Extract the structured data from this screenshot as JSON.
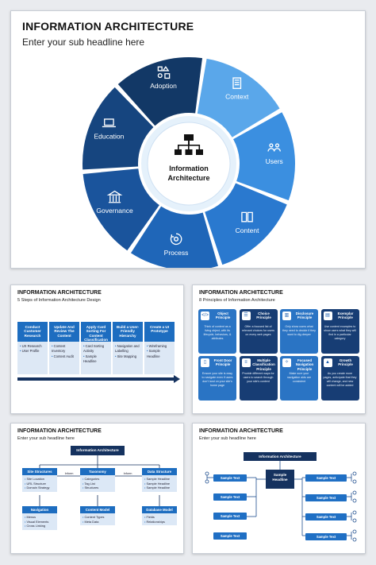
{
  "main": {
    "title": "INFORMATION ARCHITECTURE",
    "subtitle": "Enter your sub headline here",
    "center": [
      "Information",
      "Architecture"
    ],
    "segments": [
      {
        "label": "Context",
        "icon": "document-icon",
        "color": "#5aa7ea"
      },
      {
        "label": "Users",
        "icon": "users-icon",
        "color": "#3b8fe0"
      },
      {
        "label": "Content",
        "icon": "book-icon",
        "color": "#2a79cf"
      },
      {
        "label": "Process",
        "icon": "gear-cycle-icon",
        "color": "#1f66b8"
      },
      {
        "label": "Governance",
        "icon": "bank-icon",
        "color": "#1a549c"
      },
      {
        "label": "Education",
        "icon": "laptop-icon",
        "color": "#16457f"
      },
      {
        "label": "Adoption",
        "icon": "shapes-icon",
        "color": "#123866"
      }
    ]
  },
  "steps_slide": {
    "title": "INFORMATION ARCHITECTURE",
    "subtitle": "5 Steps of Information Architecture Design",
    "steps": [
      {
        "head": "Conduct Customer Research",
        "items": [
          "UX Research",
          "User Profile"
        ]
      },
      {
        "head": "Update And Review The Content",
        "items": [
          "Content Inventory",
          "Content Audit"
        ]
      },
      {
        "head": "Apply Card Sorting For Content Classification",
        "items": [
          "Card Sorting Activity",
          "Sample Headline"
        ]
      },
      {
        "head": "Build a User-Friendly Hierarchy",
        "items": [
          "Navigation and Labelling",
          "Site Mapping"
        ]
      },
      {
        "head": "Create a UI Prototype",
        "items": [
          "Wireframing",
          "Sample Headline"
        ]
      }
    ]
  },
  "principles_slide": {
    "title": "INFORMATION ARCHITECTURE",
    "subtitle": "8 Principles of Information Architecture",
    "cards": [
      {
        "title": "Object Principle",
        "text": "Think of content as a living object, with its lifecycle, behaviors, & attributes",
        "icon": "code-icon"
      },
      {
        "title": "Choice Principle",
        "text": "Offer a focused list of relevant choices for users on every web pages",
        "icon": "checklist-icon"
      },
      {
        "title": "Disclosure Principle",
        "text": "Only show users what they need to decide if they want to dig deeper",
        "icon": "book-icon"
      },
      {
        "title": "Exemplar Principle",
        "text": "Use content examples to show users what they will find in a particular category",
        "icon": "clipboard-icon"
      },
      {
        "title": "Front Door Principle",
        "text": "Ensure your site is easy to navigate even if users don't land on your site's home page",
        "icon": "door-icon"
      },
      {
        "title": "Multiple Classification Principle",
        "text": "Provide different ways for users to search through your site's content",
        "icon": "layers-icon"
      },
      {
        "title": "Focused Navigation Principle",
        "text": "Make sure your navigation aids are consistent",
        "icon": "compass-icon"
      },
      {
        "title": "Growth Principle",
        "text": "As you create more pages, anticipate that they will change, and new content will be added",
        "icon": "chart-icon"
      }
    ]
  },
  "tree_slide": {
    "title": "INFORMATION ARCHITECTURE",
    "subtitle": "Enter your sub headline here",
    "root": "Information Architecture",
    "edge_label": "Inform",
    "top_row": [
      {
        "head": "Site Structures",
        "items": [
          "Site Location",
          "URL Structure",
          "Domain Strategy"
        ]
      },
      {
        "head": "Taxonomy",
        "items": [
          "Categories",
          "Tag List",
          "Structures"
        ]
      },
      {
        "head": "Data Structure",
        "items": [
          "Sample Headline",
          "Sample Headline",
          "Sample Headline"
        ]
      }
    ],
    "bottom_row": [
      {
        "head": "Navigation",
        "items": [
          "Menus",
          "Visual Elements",
          "Cross Linking"
        ]
      },
      {
        "head": "Content Model",
        "items": [
          "Content Types",
          "Meta Data"
        ]
      },
      {
        "head": "Database Model",
        "items": [
          "Fields",
          "Relationships"
        ]
      }
    ]
  },
  "map_slide": {
    "title": "INFORMATION ARCHITECTURE",
    "subtitle": "Enter your sub headline here",
    "root": "Information Architecture",
    "center": "Sample Headline",
    "left_boxes": [
      "Sample Text",
      "Sample Text",
      "Sample Text",
      "Sample Text"
    ],
    "right_boxes": [
      "Sample Text",
      "Sample Text",
      "Sample Text",
      "Sample Text"
    ]
  }
}
